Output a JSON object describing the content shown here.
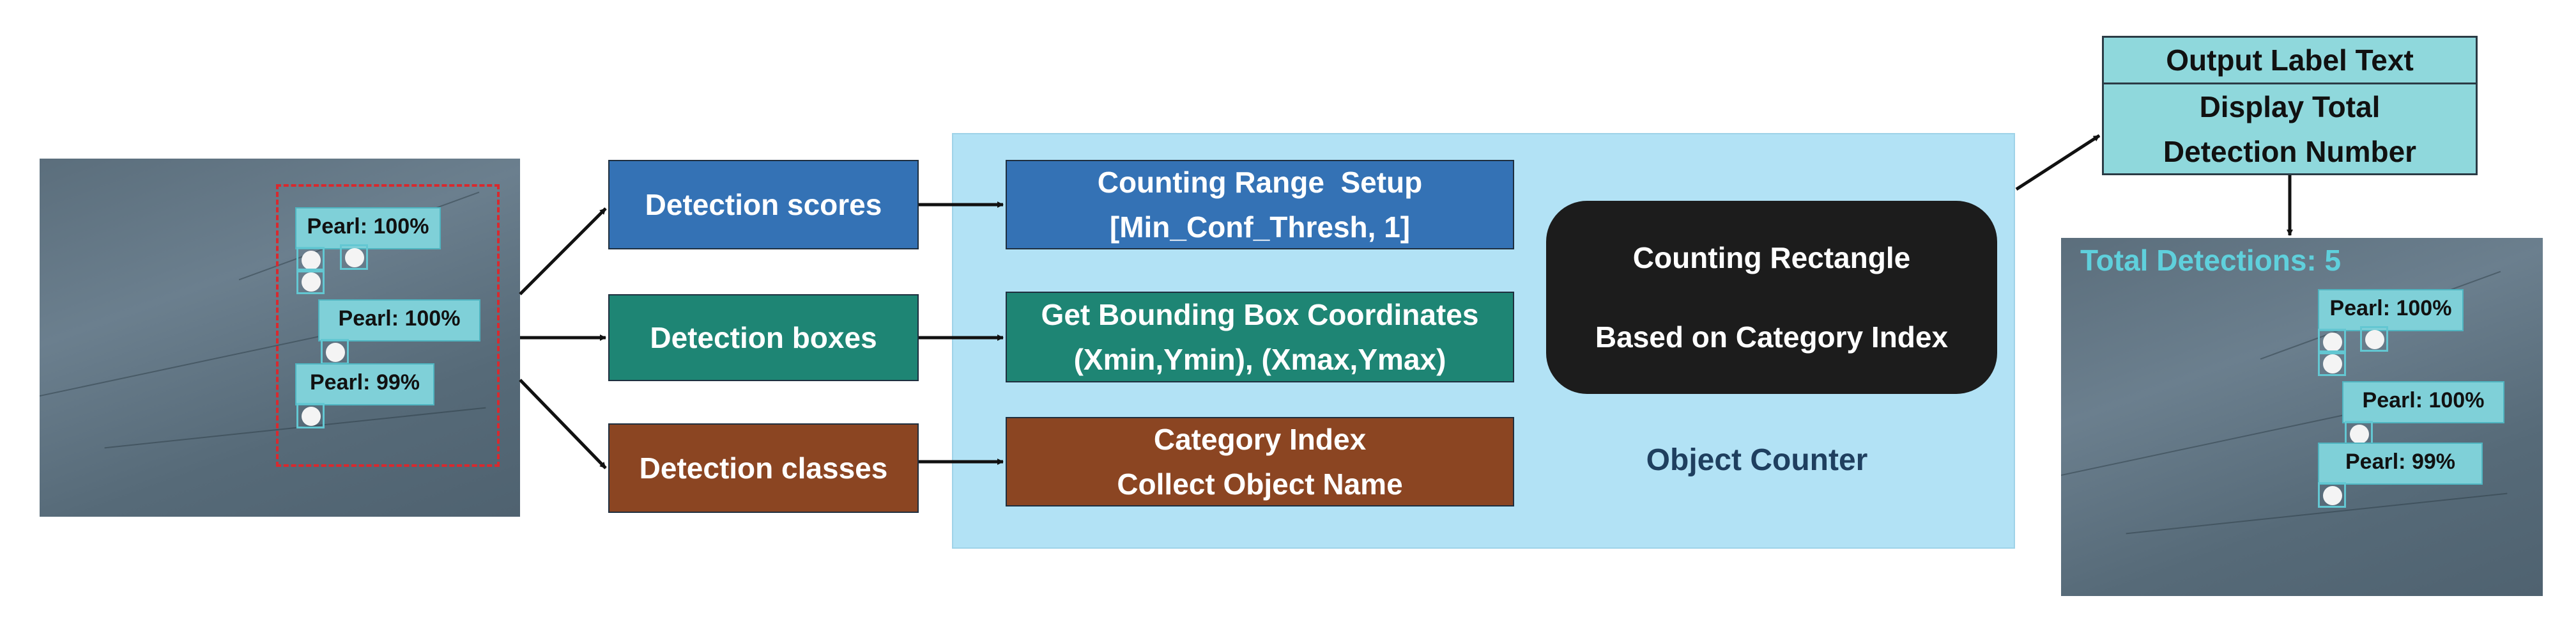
{
  "input_image": {
    "labels": [
      "Pearl: 100%",
      "Pearl: 100%",
      "Pearl: 99%"
    ]
  },
  "outputs": {
    "scores": "Detection scores",
    "boxes": "Detection boxes",
    "classes": "Detection classes"
  },
  "counter": {
    "range_line1": "Counting Range  Setup",
    "range_line2": "[Min_Conf_Thresh, 1]",
    "bbox_line1": "Get Bounding Box Coordinates",
    "bbox_line2": "(Xmin,Ymin), (Xmax,Ymax)",
    "cat_line1": "Category Index",
    "cat_line2": "Collect Object Name",
    "rect_line1": "Counting Rectangle",
    "rect_line2": "Based on Category Index",
    "title": "Object Counter"
  },
  "output_box": {
    "line1": "Output Label Text",
    "line2": "Display Total",
    "line3": "Detection Number"
  },
  "result_image": {
    "total_text": "Total Detections: 5",
    "labels": [
      "Pearl: 100%",
      "Pearl: 100%",
      "Pearl: 99%"
    ]
  },
  "colors": {
    "scores": "#3472b5",
    "boxes": "#1e8574",
    "classes": "#8b4522",
    "counter_bg": "#b2e2f5",
    "output_box": "#8fd8dc",
    "detection_label": "#7fd0d8"
  }
}
